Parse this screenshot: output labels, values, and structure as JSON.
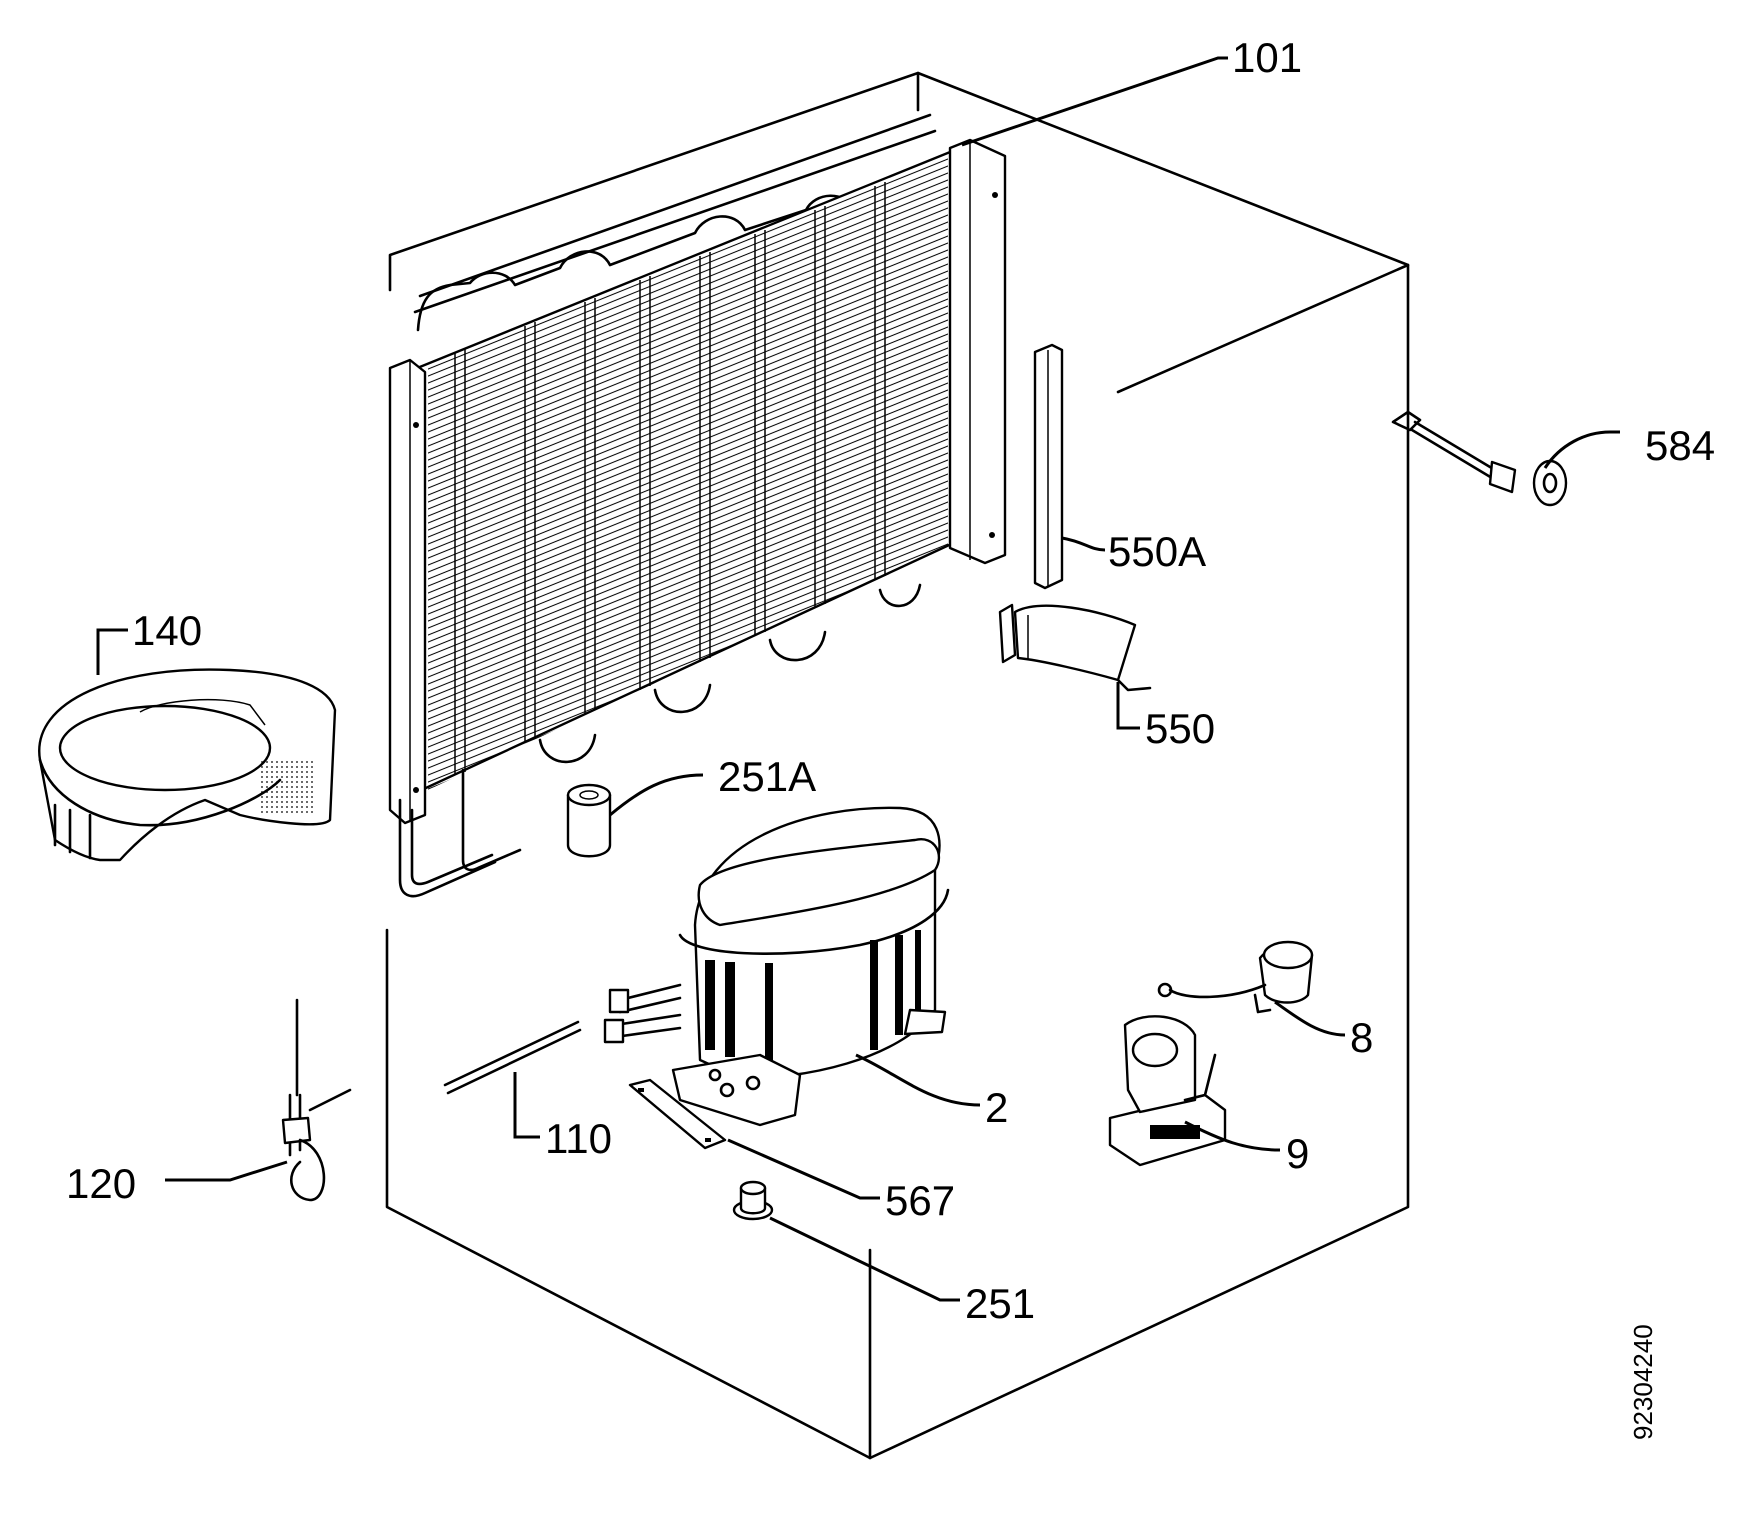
{
  "labels": {
    "p101": "101",
    "p584": "584",
    "p550A": "550A",
    "p140": "140",
    "p550": "550",
    "p251A": "251A",
    "p8": "8",
    "p2": "2",
    "p110": "110",
    "p9": "9",
    "p120": "120",
    "p567": "567",
    "p251": "251"
  },
  "document_number": "92304240"
}
